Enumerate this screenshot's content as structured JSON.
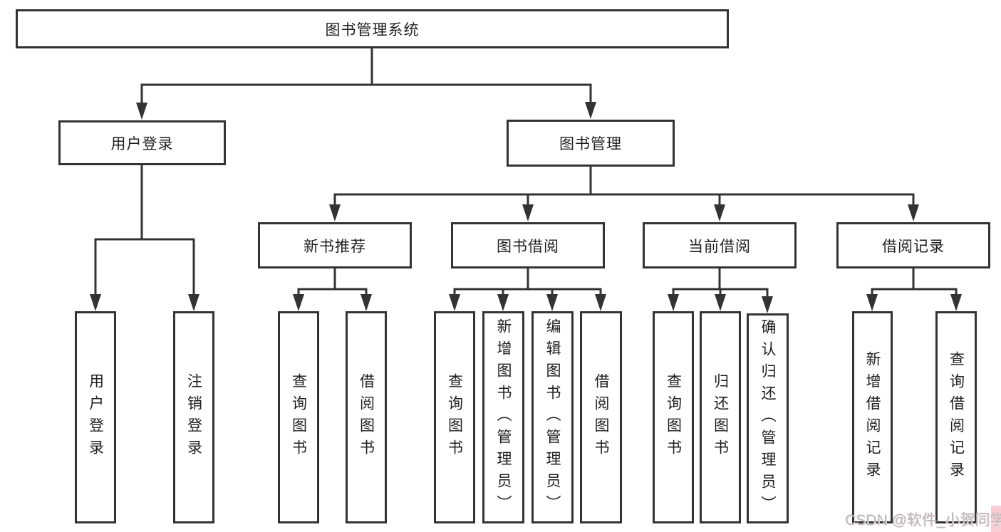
{
  "diagram_title": "图书管理系统",
  "tree": {
    "root": {
      "label": "图书管理系统"
    },
    "branches": [
      {
        "label": "用户登录",
        "children": [
          {
            "label": "用户登录"
          },
          {
            "label": "注销登录"
          }
        ]
      },
      {
        "label": "图书管理",
        "children": [
          {
            "label": "新书推荐",
            "children": [
              {
                "label": "查询图书"
              },
              {
                "label": "借阅图书"
              }
            ]
          },
          {
            "label": "图书借阅",
            "children": [
              {
                "label": "查询图书"
              },
              {
                "label": "新增图书（管理员）"
              },
              {
                "label": "编辑图书（管理员）"
              },
              {
                "label": "借阅图书"
              }
            ]
          },
          {
            "label": "当前借阅",
            "children": [
              {
                "label": "查询图书"
              },
              {
                "label": "归还图书"
              },
              {
                "label": "确认归还（管理员）"
              }
            ]
          },
          {
            "label": "借阅记录",
            "children": [
              {
                "label": "新增借阅记录"
              },
              {
                "label": "查询借阅记录"
              }
            ]
          }
        ]
      }
    ]
  },
  "watermark": {
    "text": "CSDN @软件_小贺同学"
  },
  "colors": {
    "line": "#333333",
    "box_border": "#333333",
    "box_fill": "#ffffff",
    "text": "#1f1f1f",
    "watermark_text": "#b9b9b9",
    "watermark_accent": "#f8cdd3"
  }
}
